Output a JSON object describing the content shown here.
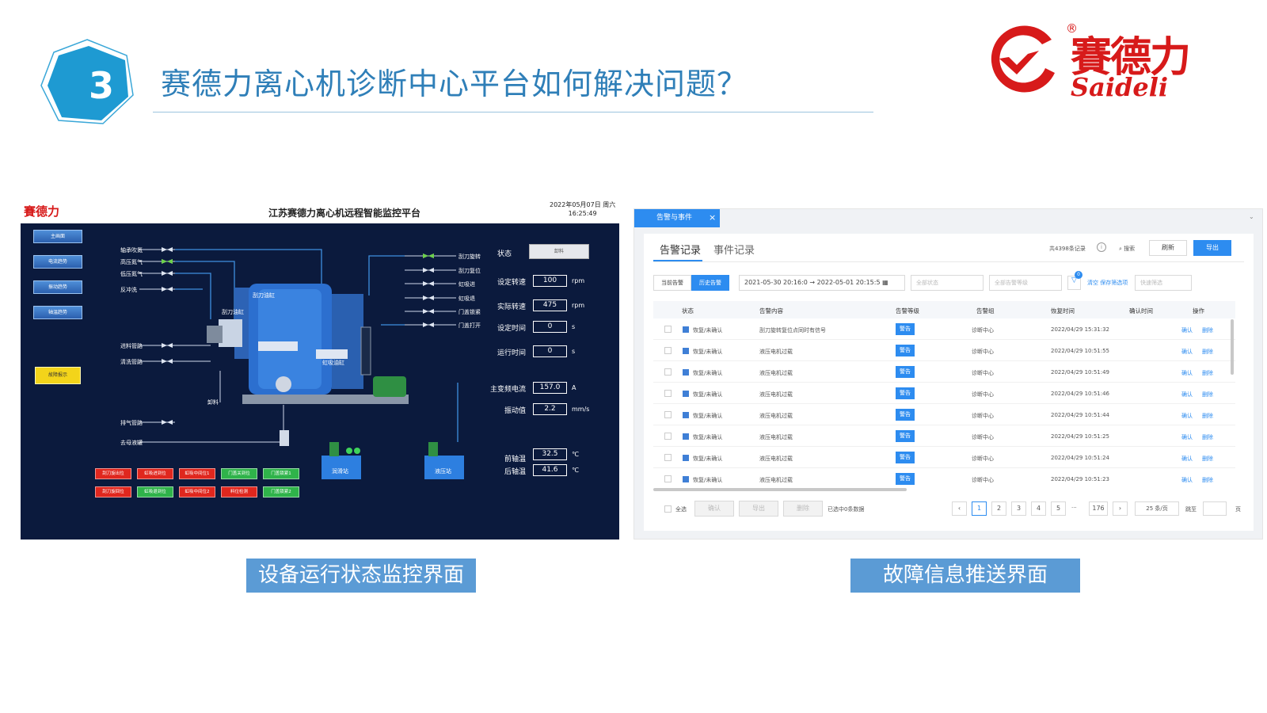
{
  "slide": {
    "number": "3",
    "title": "赛德力离心机诊断中心平台如何解决问题？",
    "logo": {
      "name": "賽德力",
      "latin": "Saideli",
      "reg": "®",
      "color": "#d71a1a"
    },
    "accent": "#2f7fb8",
    "captions": [
      "设备运行状态监控界面",
      "故障信息推送界面"
    ]
  },
  "monitor": {
    "title": "江苏赛德力离心机远程智能监控平台",
    "date": "2022年05月07日 周六",
    "time": "16:25:49",
    "logo": "賽德力",
    "nav": [
      "主画面",
      "电流趋势",
      "振动趋势",
      "轴温趋势"
    ],
    "alarm_button": "故障报示",
    "pipes_left": [
      "轴承吹氮",
      "高压氮气",
      "低压氮气",
      "反冲洗",
      "进料管路",
      "清洗管路",
      "排气管路",
      "去母液罐"
    ],
    "pipes_right": [
      "刮刀旋转",
      "刮刀复位",
      "虹吸进",
      "虹吸退",
      "门盖锁紧",
      "门盖打开"
    ],
    "labels": {
      "cylinder": "刮刀油缸",
      "main": "虹吸油缸",
      "top": "刮刀油缸",
      "discharge": "卸料",
      "station1": "润滑站",
      "station2": "液压站"
    },
    "state": {
      "label": "状态",
      "value": "卸料"
    },
    "params": [
      {
        "label": "设定转速",
        "value": "100",
        "unit": "rpm"
      },
      {
        "label": "实际转速",
        "value": "475",
        "unit": "rpm"
      },
      {
        "label": "设定时间",
        "value": "0",
        "unit": "s"
      },
      {
        "label": "运行时间",
        "value": "0",
        "unit": "s"
      },
      {
        "label": "主变频电流",
        "value": "157.0",
        "unit": "A"
      },
      {
        "label": "振动值",
        "value": "2.2",
        "unit": "mm/s"
      },
      {
        "label": "前轴温",
        "value": "32.5",
        "unit": "℃"
      },
      {
        "label": "后轴温",
        "value": "41.6",
        "unit": "℃"
      }
    ],
    "indicators": [
      {
        "label": "刮刀旋出位",
        "color": "red"
      },
      {
        "label": "虹吸进到位",
        "color": "red"
      },
      {
        "label": "虹吸中间位1",
        "color": "red"
      },
      {
        "label": "门盖关到位",
        "color": "green"
      },
      {
        "label": "门盖锁紧1",
        "color": "green"
      },
      {
        "label": "刮刀旋回位",
        "color": "red"
      },
      {
        "label": "虹吸退到位",
        "color": "green"
      },
      {
        "label": "虹吸中间位2",
        "color": "red"
      },
      {
        "label": "料位检测",
        "color": "red"
      },
      {
        "label": "门盖锁紧2",
        "color": "green"
      }
    ]
  },
  "alarms": {
    "tab": "告警与事件",
    "tab_close": "×",
    "subtabs": [
      "告警记录",
      "事件记录"
    ],
    "total": "共4398条记录",
    "search": "搜索",
    "refresh": "刷新",
    "export": "导出",
    "mode_tabs": [
      "当前告警",
      "历史告警"
    ],
    "date_from": "2021-05-30 20:16:0",
    "date_to": "2022-05-01 20:15:5",
    "status_placeholder": "全部状态",
    "level_placeholder": "全部告警等级",
    "filter_badge": "0",
    "clear_save": "清空 保存筛选项",
    "quick_filter": "快速筛选",
    "columns": [
      "状态",
      "告警内容",
      "告警等级",
      "告警组",
      "恢复时间",
      "确认时间",
      "操作"
    ],
    "rows": [
      {
        "status": "恢复/未确认",
        "content": "刮刀旋转复位点同时有信号",
        "level": "警告",
        "group": "诊断中心",
        "time": "2022/04/29 15:31:32"
      },
      {
        "status": "恢复/未确认",
        "content": "液压电机过载",
        "level": "警告",
        "group": "诊断中心",
        "time": "2022/04/29 10:51:55"
      },
      {
        "status": "恢复/未确认",
        "content": "液压电机过载",
        "level": "警告",
        "group": "诊断中心",
        "time": "2022/04/29 10:51:49"
      },
      {
        "status": "恢复/未确认",
        "content": "液压电机过载",
        "level": "警告",
        "group": "诊断中心",
        "time": "2022/04/29 10:51:46"
      },
      {
        "status": "恢复/未确认",
        "content": "液压电机过载",
        "level": "警告",
        "group": "诊断中心",
        "time": "2022/04/29 10:51:44"
      },
      {
        "status": "恢复/未确认",
        "content": "液压电机过载",
        "level": "警告",
        "group": "诊断中心",
        "time": "2022/04/29 10:51:25"
      },
      {
        "status": "恢复/未确认",
        "content": "液压电机过载",
        "level": "警告",
        "group": "诊断中心",
        "time": "2022/04/29 10:51:24"
      },
      {
        "status": "恢复/未确认",
        "content": "液压电机过载",
        "level": "警告",
        "group": "诊断中心",
        "time": "2022/04/29 10:51:23"
      }
    ],
    "action_confirm": "确认",
    "action_delete": "删除",
    "footer": {
      "select_all": "全选",
      "confirm": "确认",
      "export": "导出",
      "delete": "删除",
      "selected": "已选中0条数据",
      "pages": [
        "1",
        "2",
        "3",
        "4",
        "5"
      ],
      "ellipsis": "···",
      "last": "176",
      "page_size": "25 条/页",
      "jump": "跳至",
      "page_unit": "页"
    }
  }
}
